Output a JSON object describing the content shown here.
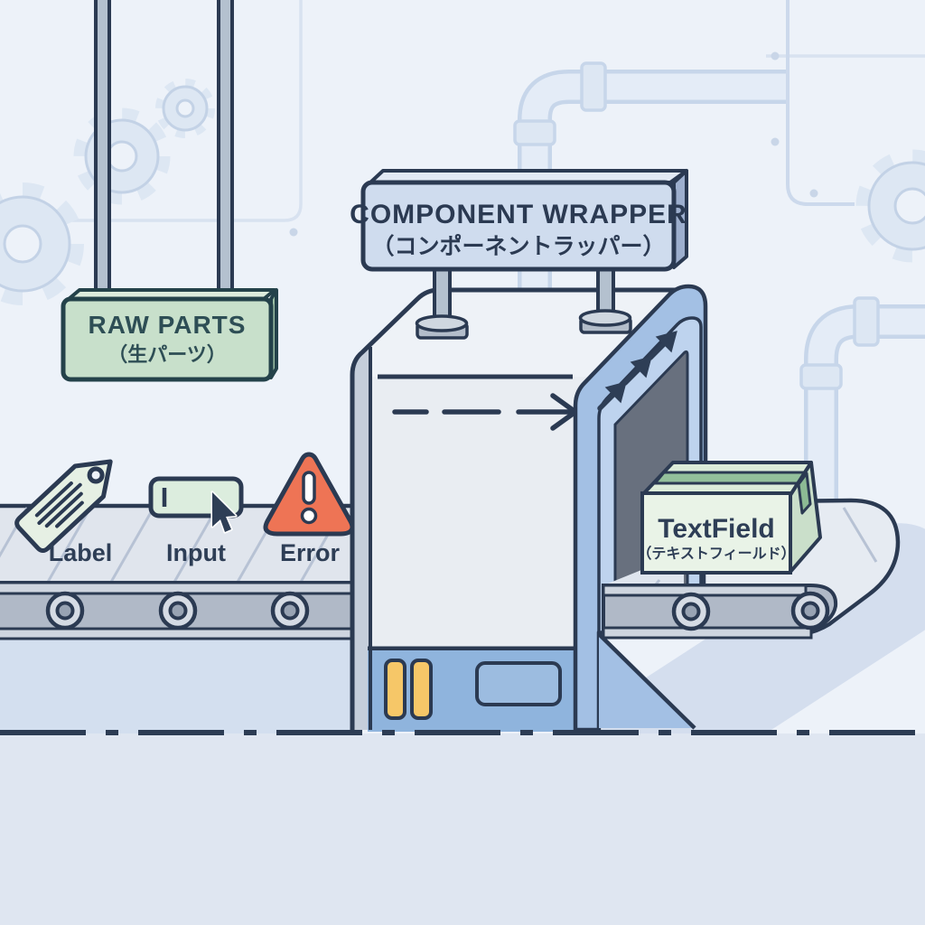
{
  "signs": {
    "component_wrapper": {
      "title": "COMPONENT WRAPPER",
      "subtitle": "（コンポーネントラッパー）"
    },
    "raw_parts": {
      "title": "RAW PARTS",
      "subtitle": "（生パーツ）"
    }
  },
  "conveyor_items": [
    {
      "label": "Label",
      "icon": "tag-icon"
    },
    {
      "label": "Input",
      "icon": "input-field-icon"
    },
    {
      "label": "Error",
      "icon": "warning-triangle-icon"
    }
  ],
  "output_box": {
    "title": "TextField",
    "subtitle": "（テキストフィールド）"
  },
  "machine": {
    "intake_arrow_icon": "dashed-arrow-right-icon",
    "output_arrows_icon": "arrow-up-right-icon",
    "indicator_bars": 2
  },
  "colors": {
    "outline": "#2b3a52",
    "background": "#edf2f9",
    "floor": "#dfe6f1",
    "sign_blue": "#cfdcee",
    "sign_green": "#c8e0cb",
    "machine_body": "#e9edf2",
    "arch_blue": "#a3c0e4",
    "machine_base": "#8fb4dd",
    "indicator_yellow": "#f6c768",
    "error_orange": "#ee7455",
    "item_green": "#e3efe2",
    "belt_grey": "#b0b9c7"
  }
}
